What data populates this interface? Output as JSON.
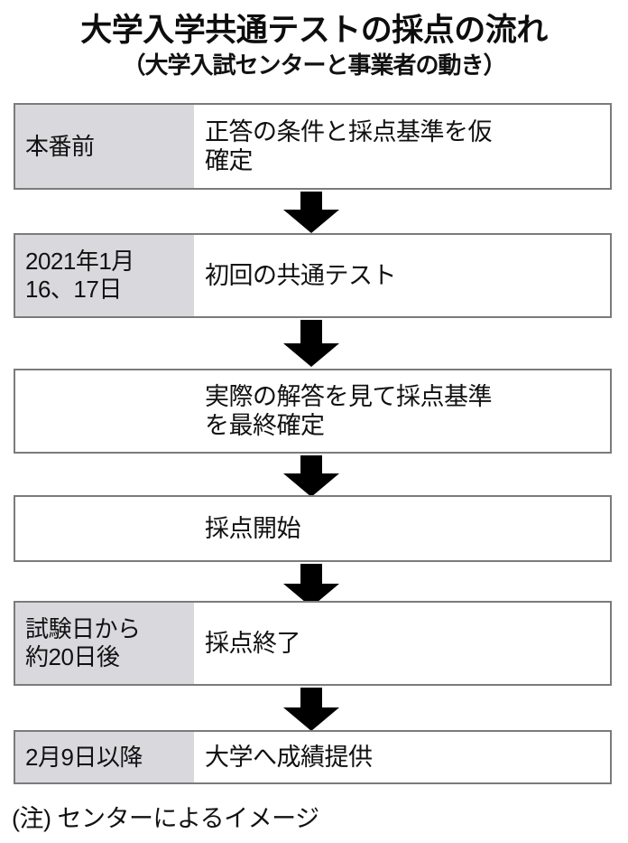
{
  "header": {
    "title": "大学入学共通テストの採点の流れ",
    "subtitle": "（大学入試センターと事業者の動き）"
  },
  "chart_data": {
    "type": "diagram",
    "diagram_kind": "vertical-flowchart",
    "title": "大学入学共通テストの採点の流れ",
    "subtitle": "（大学入試センターと事業者の動き）",
    "note": "(注) センターによるイメージ",
    "colors": {
      "label_fill": "#d9d9dd",
      "box_border": "#7b7b7b",
      "box_fill": "#ffffff",
      "arrow": "#000000",
      "text": "#111111"
    },
    "connector": "down-arrow",
    "steps": [
      {
        "label": "本番前",
        "text": "正答の条件と採点基準を仮\n確定"
      },
      {
        "label": "2021年1月\n16、17日",
        "text": "初回の共通テスト"
      },
      {
        "label": "",
        "text": "実際の解答を見て採点基準\nを最終確定"
      },
      {
        "label": "",
        "text": "採点開始"
      },
      {
        "label": "試験日から\n約20日後",
        "text": "採点終了"
      },
      {
        "label": "2月9日以降",
        "text": "大学へ成績提供"
      }
    ]
  },
  "footnote": {
    "text": "(注) センターによるイメージ"
  }
}
